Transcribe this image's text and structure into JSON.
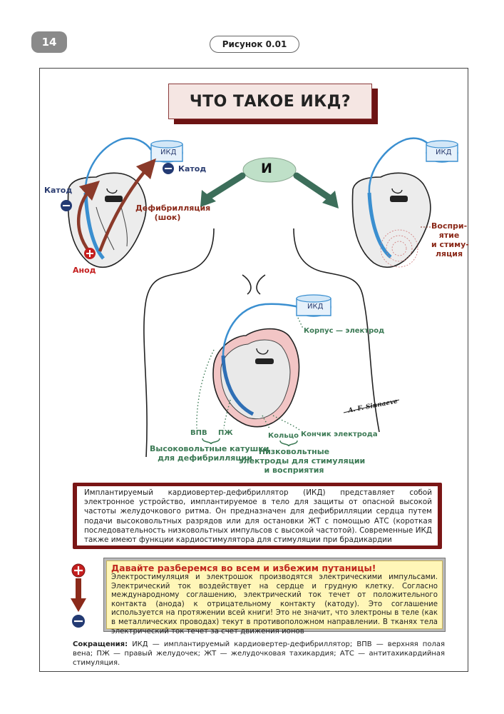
{
  "page": {
    "number": "14",
    "figure_label": "Рисунок 0.01"
  },
  "title": "ЧТО ТАКОЕ ИКД?",
  "center_node": "И",
  "left_heart": {
    "device": "ИКД",
    "cathode_top": "Катод",
    "cathode_left": "Катод",
    "anode": "Анод",
    "defib_line1": "Дефибрилляция",
    "defib_line2": "(шок)"
  },
  "right_heart": {
    "device": "ИКД",
    "sense_line1": "Воспри-",
    "sense_line2": "ятие",
    "sense_line3": "и стиму-",
    "sense_line4": "ляция"
  },
  "torso": {
    "device": "ИКД",
    "can_label": "Корпус — электрод",
    "svc": "ВПВ",
    "rv": "ПЖ",
    "coils_line1": "Высоковольтные катушки",
    "coils_line2": "для дефибрилляции",
    "ring": "Кольцо",
    "tip": "Кончик электрода",
    "lowv_line1": "Низковольтные",
    "lowv_line2": "электроды для стимуляции",
    "lowv_line3": "и восприятия",
    "signature": "A. F. Sinnaeve"
  },
  "description": "Имплантируемый кардиовертер-дефибриллятор (ИКД) представляет собой электронное устройство, имплантируемое в тело для защиты от опасной высокой частоты желудочкового ритма. Он предназначен для дефибрилляции сердца путем подачи высоковольтных разрядов или для остановки ЖТ с помощью АТС (короткая последовательность низковольтных импульсов с высокой частотой). Современные ИКД также имеют функции кардиостимулятора для стимуляции при брадикардии",
  "note": {
    "title": "Давайте разберемся во всем и избежим путаницы!",
    "text": "Электростимуляция и электрошок производятся электрическими импульсами. Электрический ток воздействует на сердце и грудную клетку. Согласно международному соглашению, электрический ток течет от положительного контакта (анода) к отрицательному контакту (катоду). Это соглашение используется на протяжении всей книги! Это не значит, что электроны в теле (как в металлических проводах) текут в противоположном направлении. В тканях тела электрический ток течет за счет движения ионов"
  },
  "abbreviations": {
    "label": "Сокращения:",
    "text": "ИКД — имплантируемый кардиовертер-дефибриллятор; ВПВ — верхняя полая вена; ПЖ — правый желудочек; ЖТ — желудочковая тахикардия; АТС — антитахикардийная стимуляция."
  },
  "colors": {
    "lead_blue": "#3a8fd0",
    "title_dark_red": "#6d1313",
    "arrow_green": "#3c6e5a",
    "shock_brown": "#8b3a2a",
    "anode_red": "#c41e1e",
    "cathode_navy": "#233a73",
    "note_yellow": "#fff6b8"
  }
}
